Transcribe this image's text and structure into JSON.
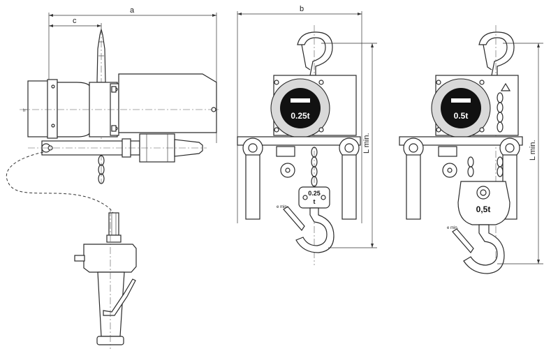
{
  "dimensions": {
    "a": "a",
    "b": "b",
    "c": "c",
    "h": "h",
    "l_min_1": "L min.",
    "l_min_2": "L min.",
    "e_min_1": "e min.",
    "e_min_2": "e min."
  },
  "hoists": {
    "small": {
      "capacity_label": "0.25t",
      "block_label_top": "0.25",
      "block_label_bottom": "t"
    },
    "large": {
      "capacity_label": "0.5t",
      "block_label": "0,5t"
    }
  },
  "colors": {
    "line": "#2a2a2a",
    "body_fill": "#d9d9d9",
    "dial_fill": "#111111",
    "background": "#ffffff"
  }
}
